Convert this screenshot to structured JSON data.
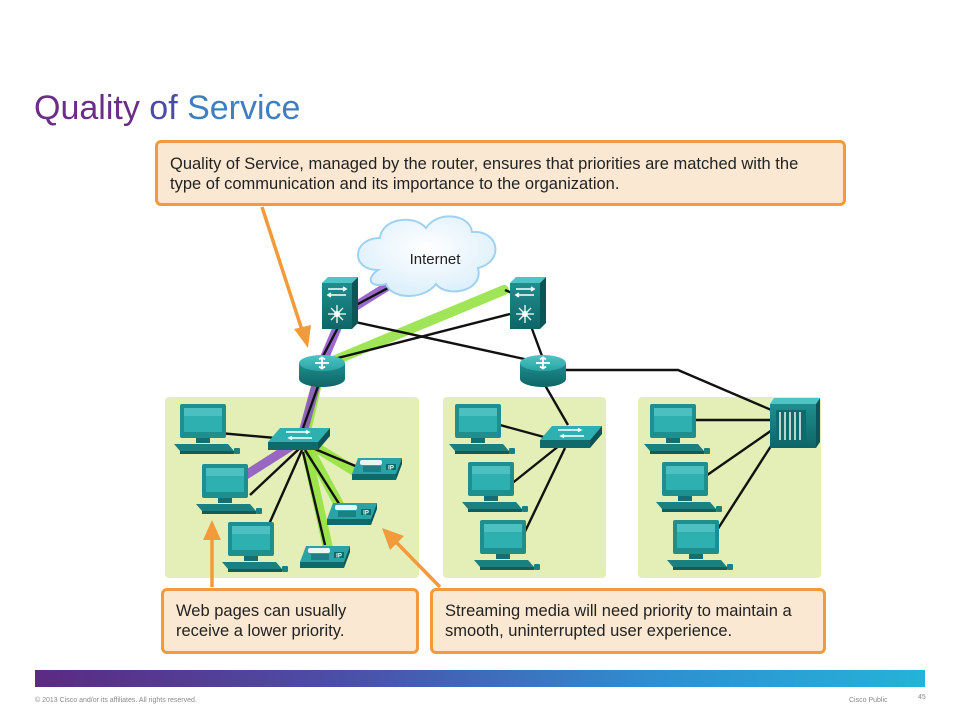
{
  "title": {
    "word1": "Quality",
    "word2": "of",
    "word3": "Service"
  },
  "callouts": {
    "qos": "Quality of Service, managed by the router, ensures that priorities are matched with the type of communication and its importance to the organization.",
    "web": "Web pages can usually receive a lower priority.",
    "streaming": "Streaming media will need priority to maintain a smooth, uninterrupted user experience."
  },
  "diagram": {
    "cloud_label": "Internet",
    "phone_badge": "IP",
    "nodes": {
      "multilayer_switches": 2,
      "routers": 2,
      "lan_switches": 2,
      "pcs": 9,
      "ip_phones": 3,
      "servers": 1
    },
    "highlights": {
      "web_path_color": "#8a4fc4",
      "media_path_color": "#8fe03a"
    }
  },
  "colors": {
    "callout_border": "#f39a3a",
    "callout_fill": "#fbe8d2",
    "lan_area": "#e3efb6",
    "device_teal": "#1f8e8f",
    "title_purple": "#6b2e86",
    "title_blue": "#3f7fc1"
  },
  "footer": {
    "copyright": "© 2013  Cisco and/or its affiliates. All rights reserved.",
    "classification": "Cisco Public",
    "page": "45"
  }
}
